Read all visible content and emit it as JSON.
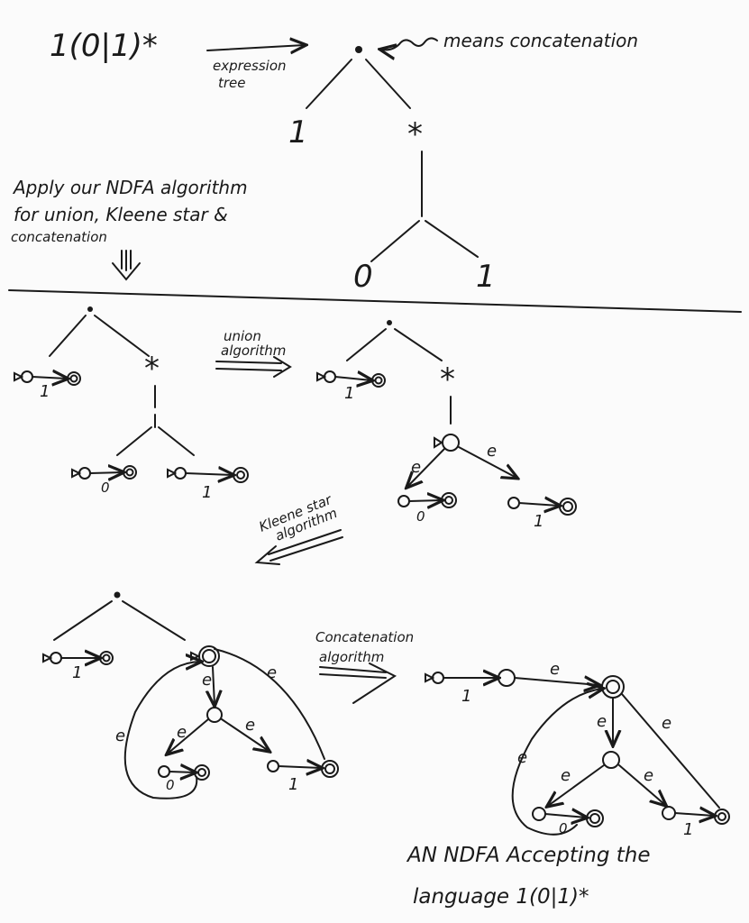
{
  "header": {
    "expression": "1(0|1)*",
    "arrow_label_line1": "expression",
    "arrow_label_line2": "tree",
    "dot_note": "means concatenation"
  },
  "expression_tree": {
    "root": "•",
    "left": "1",
    "star": "*",
    "leaf_left": "0",
    "leaf_right": "1"
  },
  "instruction": {
    "line1": "Apply our NDFA algorithm",
    "line2": "for union, Kleene star &",
    "line3": "concatenation"
  },
  "steps": {
    "union_line1": "union",
    "union_line2": "algorithm",
    "kleene_line1": "Kleene star",
    "kleene_line2": "algorithm",
    "concat_line1": "Concatenation",
    "concat_line2": "algorithm"
  },
  "symbols": {
    "one": "1",
    "zero": "0",
    "epsilon": "e",
    "star": "*",
    "dot": "•"
  },
  "caption": {
    "line1": "AN NDFA Accepting the",
    "line2": "language 1(0|1)*"
  }
}
